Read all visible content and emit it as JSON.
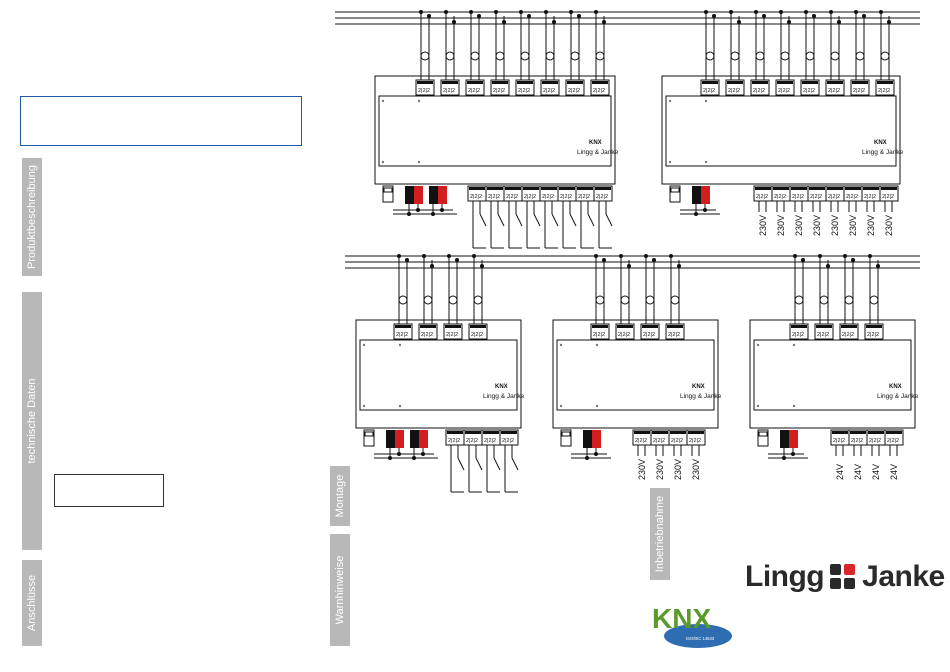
{
  "sidebar": {
    "tabs": [
      {
        "label": "Produktbeschreibung"
      },
      {
        "label": "technische Daten"
      },
      {
        "label": "Anschlüsse"
      },
      {
        "label": "Montage"
      },
      {
        "label": "Warnhinweise"
      },
      {
        "label": "Inbetriebnahme"
      }
    ]
  },
  "devices": {
    "terminal_label": "KNX",
    "brand_label": "Lingg & Janke",
    "voltage_230": "230V",
    "voltage_24": "24V"
  },
  "brand": {
    "name_left": "Lingg",
    "name_right": "Janke"
  },
  "knx_logo": {
    "text": "KNX",
    "subtitle": "ISO/IEC 14543"
  }
}
